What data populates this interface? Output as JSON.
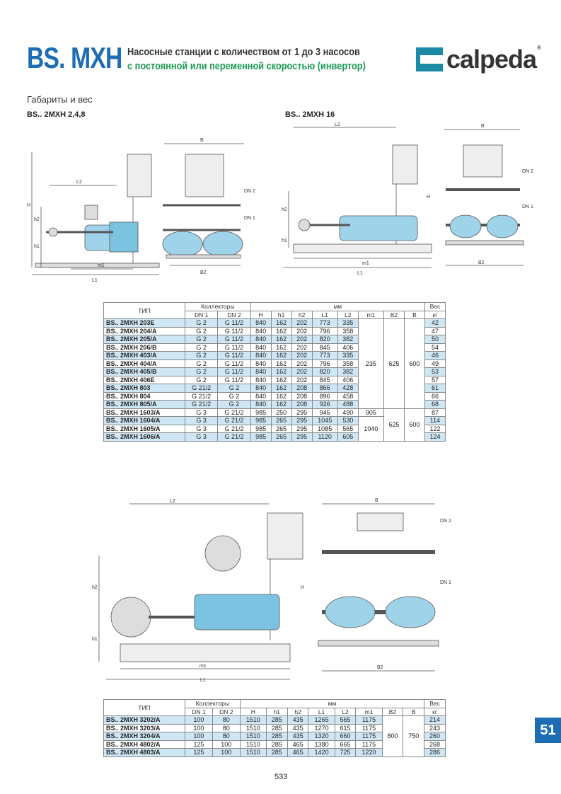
{
  "header": {
    "brand": "BS. MXH",
    "subtitle1": "Насосные станции с количеством от 1 до 3 насосов",
    "subtitle2": "с постоянной или переменной скоростью (инвертор)",
    "logo": "calpeda"
  },
  "section_title": "Габариты и вес",
  "drawing_labels": {
    "group1": "BS.. 2MXH 2,4,8",
    "group2": "BS.. 2MXH 16",
    "H": "H",
    "h1": "h1",
    "h2": "h2",
    "L1": "L1",
    "L2": "L2",
    "m1": "m1",
    "B": "B",
    "B2": "B2",
    "DN1": "DN 1",
    "DN2": "DN 2"
  },
  "table_headers": {
    "type": "ТИП",
    "collectors": "Коллекторы",
    "mm": "мм",
    "weight": "Вес",
    "kg": "кг",
    "dn1": "DN 1",
    "dn2": "DN 2",
    "H": "H",
    "h1": "h1",
    "h2": "h2",
    "L1": "L1",
    "L2": "L2",
    "m1": "m1",
    "B2": "B2",
    "B": "B"
  },
  "table1": {
    "rows": [
      [
        "BS..  2MXH 203E",
        "G 2",
        "G 11/2",
        "840",
        "162",
        "202",
        "773",
        "335",
        "42"
      ],
      [
        "BS..  2MXH 204/A",
        "G 2",
        "G 11/2",
        "840",
        "162",
        "202",
        "796",
        "358",
        "47"
      ],
      [
        "BS..  2MXH 205/A",
        "G 2",
        "G 11/2",
        "840",
        "162",
        "202",
        "820",
        "382",
        "50"
      ],
      [
        "BS..  2MXH 206/B",
        "G 2",
        "G 11/2",
        "840",
        "162",
        "202",
        "845",
        "406",
        "54"
      ],
      [
        "BS..  2MXH 403/A",
        "G 2",
        "G 11/2",
        "840",
        "162",
        "202",
        "773",
        "335",
        "46"
      ],
      [
        "BS..  2MXH 404/A",
        "G 2",
        "G 11/2",
        "840",
        "162",
        "202",
        "796",
        "358",
        "49"
      ],
      [
        "BS..  2MXH 405/B",
        "G 2",
        "G 11/2",
        "840",
        "162",
        "202",
        "820",
        "382",
        "53"
      ],
      [
        "BS..  2MXH 406E",
        "G 2",
        "G 11/2",
        "840",
        "162",
        "202",
        "845",
        "406",
        "57"
      ],
      [
        "BS..  2MXH 803",
        "G 21/2",
        "G 2",
        "840",
        "162",
        "208",
        "866",
        "428",
        "61"
      ],
      [
        "BS..  2MXH 804",
        "G 21/2",
        "G 2",
        "840",
        "162",
        "208",
        "896",
        "458",
        "66"
      ],
      [
        "BS..  2MXH 805/A",
        "G 21/2",
        "G 2",
        "840",
        "162",
        "208",
        "926",
        "488",
        "68"
      ],
      [
        "BS..  2MXH 1603/A",
        "G 3",
        "G 21/2",
        "985",
        "250",
        "295",
        "945",
        "490",
        "87"
      ],
      [
        "BS..  2MXH 1604/A",
        "G 3",
        "G 21/2",
        "985",
        "265",
        "295",
        "1045",
        "530",
        "114"
      ],
      [
        "BS..  2MXH 1605/A",
        "G 3",
        "G 21/2",
        "985",
        "265",
        "295",
        "1085",
        "565",
        "122"
      ],
      [
        "BS..  2MXH 1606/A",
        "G 3",
        "G 21/2",
        "985",
        "265",
        "295",
        "1120",
        "605",
        "124"
      ]
    ],
    "group_a": {
      "m1": "235",
      "B2": "625",
      "B": "600"
    },
    "group_b": {
      "m1_first": "905",
      "m1_rest": "1040",
      "B2": "625",
      "B": "600"
    }
  },
  "table2": {
    "rows": [
      [
        "BS..  2MXH 3202/A",
        "100",
        "80",
        "1510",
        "285",
        "435",
        "1265",
        "565",
        "1175",
        "214"
      ],
      [
        "BS..  2MXH 3203/A",
        "100",
        "80",
        "1510",
        "285",
        "435",
        "1270",
        "615",
        "1175",
        "243"
      ],
      [
        "BS..  2MXH 3204/A",
        "100",
        "80",
        "1510",
        "285",
        "435",
        "1320",
        "660",
        "1175",
        "260"
      ],
      [
        "BS..  2MXH 4802/A",
        "125",
        "100",
        "1510",
        "285",
        "465",
        "1380",
        "665",
        "1175",
        "268"
      ],
      [
        "BS..  2MXH 4803/A",
        "125",
        "100",
        "1510",
        "285",
        "465",
        "1420",
        "725",
        "1220",
        "286"
      ]
    ],
    "B2": "800",
    "B": "750"
  },
  "page_number": "533",
  "chapter_tab": "51",
  "colors": {
    "brand": "#1d6db5",
    "green": "#1a9a52",
    "row_highlight": "#cfe7f5"
  }
}
